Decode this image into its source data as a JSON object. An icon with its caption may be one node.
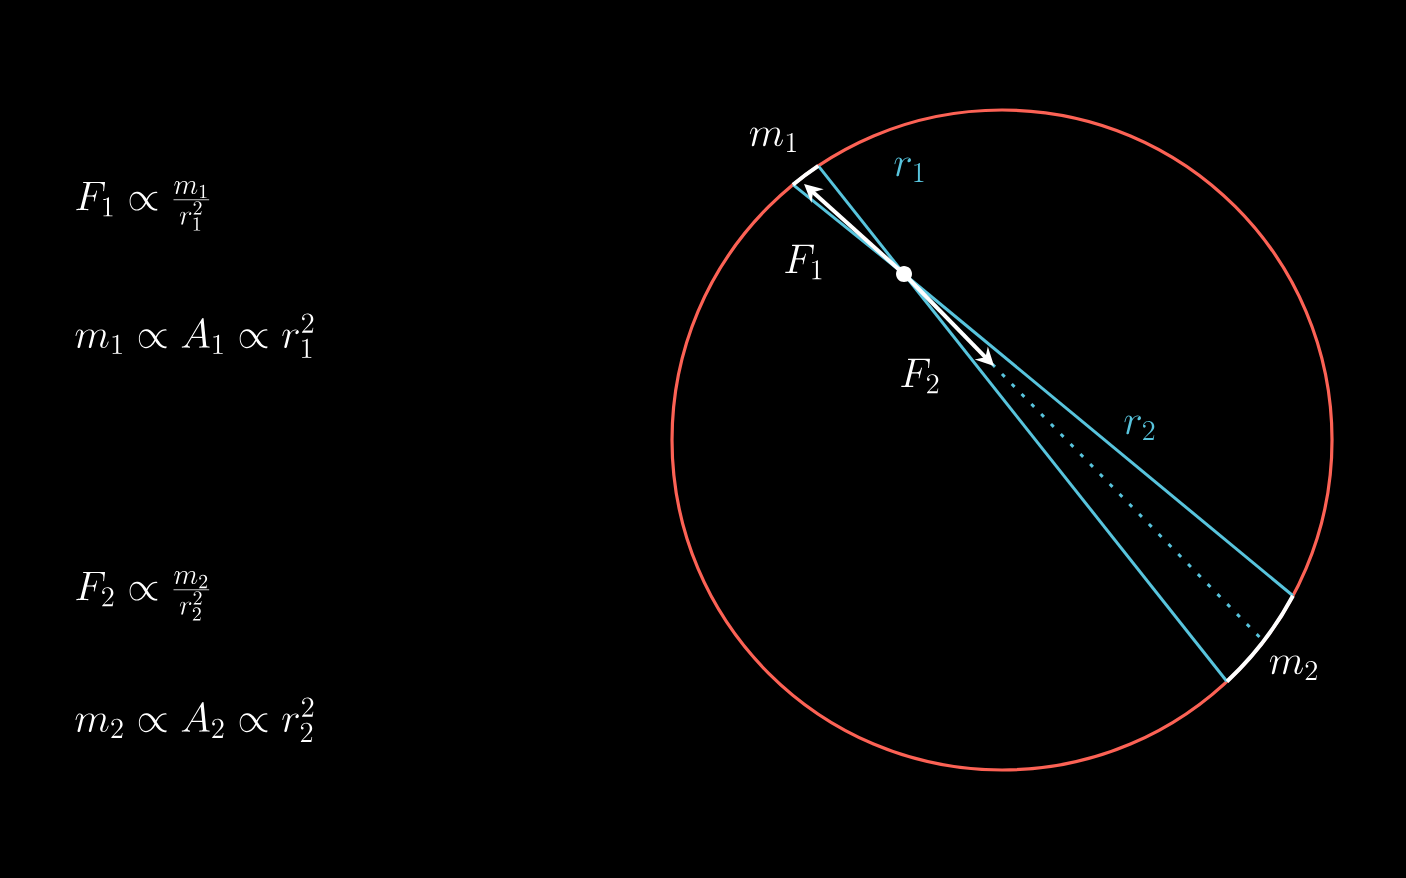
{
  "diagram": {
    "labels": [
      "F_1 \\propto \\frac{m_1}{r_1^2}",
      "m_1 \\propto A_1 \\propto r_1^2",
      "F_2 \\propto \\frac{m_2}{r_2^2}",
      "m_2 \\propto A_2 \\propto r_2^2",
      "m_1",
      "r_1",
      "F_1",
      "F_2",
      "r_2",
      "m_2"
    ]
  }
}
